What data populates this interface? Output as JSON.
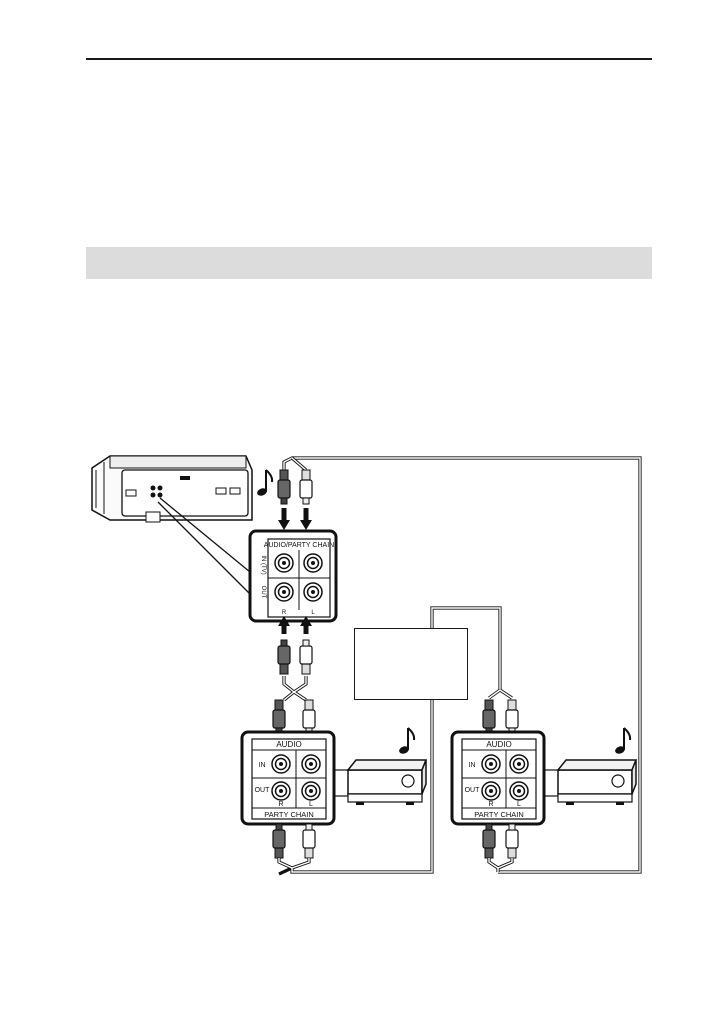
{
  "main_unit_panel": {
    "header": "AUDIO/PARTY CHAIN",
    "row_in": "IN (TV)",
    "row_out": "OUT",
    "channel_r": "R",
    "channel_l": "L"
  },
  "audio_panels": [
    {
      "header": "AUDIO",
      "row_in": "IN",
      "row_out": "OUT",
      "channel_r": "R",
      "channel_l": "L",
      "footer": "PARTY CHAIN"
    },
    {
      "header": "AUDIO",
      "row_in": "IN",
      "row_out": "OUT",
      "channel_r": "R",
      "channel_l": "L",
      "footer": "PARTY CHAIN"
    }
  ],
  "icons": {
    "music_note": "music-note-icon"
  }
}
